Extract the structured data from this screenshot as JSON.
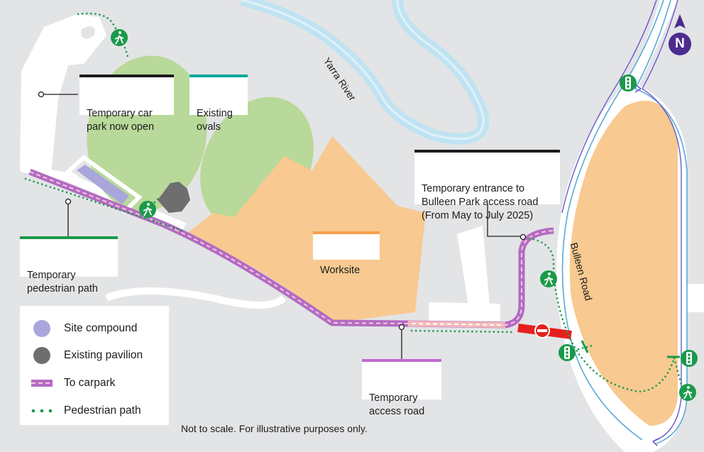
{
  "map": {
    "river_label": "Yarra River",
    "road_label": "Bulleen Road",
    "north_label": "N",
    "footnote": "Not to scale. For illustrative purposes only."
  },
  "callouts": {
    "car_park": "Temporary car\npark now open",
    "ovals": "Existing\novals",
    "entrance": "Temporary entrance to\nBulleen Park access road\n(From May to July 2025)",
    "worksite": "Worksite",
    "pedestrian_path": "Temporary\npedestrian path",
    "access_road": "Temporary\naccess road"
  },
  "legend": {
    "site_compound": "Site compound",
    "existing_pavilion": "Existing pavilion",
    "to_carpark": "To carpark",
    "pedestrian_path": "Pedestrian path"
  },
  "colors": {
    "background": "#e3e4e6",
    "river": "#bfe3f2",
    "oval": "#b8d99a",
    "worksite": "#f8c990",
    "site_compound": "#a9a6dc",
    "pavilion": "#6e6e6e",
    "carpark_route": "#b36bc4",
    "pedestrian": "#1a9a4a",
    "closure": "#e6201f",
    "road_line": "#5aa9d6",
    "road_line_purple": "#6a5acd",
    "north_arrow": "#4b2c8f",
    "callout_black": "#1c1c1c",
    "callout_teal": "#00a89a",
    "callout_orange": "#f5a04a",
    "callout_green": "#1a9a4a",
    "callout_purple": "#c06ad0"
  }
}
